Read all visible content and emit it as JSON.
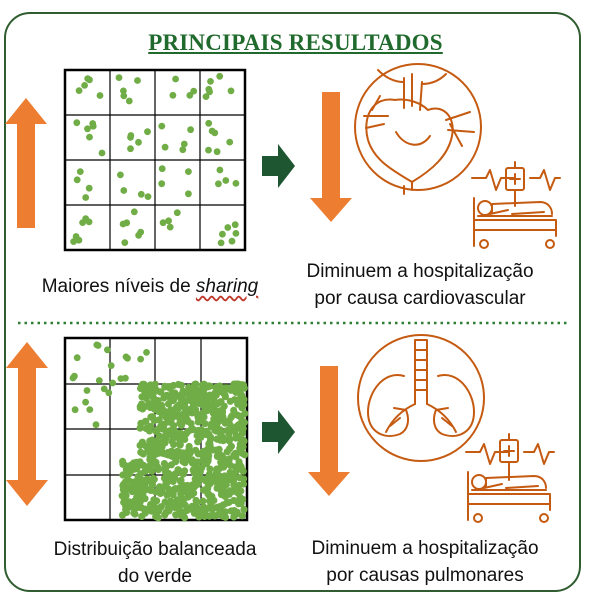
{
  "title": "PRINCIPAIS RESULTADOS",
  "top_row": {
    "grid_caption_prefix": "Maiores níveis de ",
    "grid_caption_italic": "sharing",
    "outcome_line1": "Diminuem a hospitalização",
    "outcome_line2": "por causa cardiovascular",
    "organ_icon": "heart-icon",
    "patient_icon": "hospital-bed-icon"
  },
  "bottom_row": {
    "grid_caption_line1": "Distribuição balanceada",
    "grid_caption_line2": "do verde",
    "outcome_line1": "Diminuem a hospitalização",
    "outcome_line2": "por causas pulmonares",
    "organ_icon": "lungs-icon",
    "patient_icon": "hospital-bed-icon"
  },
  "colors": {
    "frame": "#2f5d2f",
    "title": "#1f6a2c",
    "orange_arrow": "#ed7d31",
    "dark_green_arrow": "#1e5631",
    "dot_green": "#70ad47",
    "icon_brown": "#c55a11",
    "divider": "#2e7d32"
  }
}
